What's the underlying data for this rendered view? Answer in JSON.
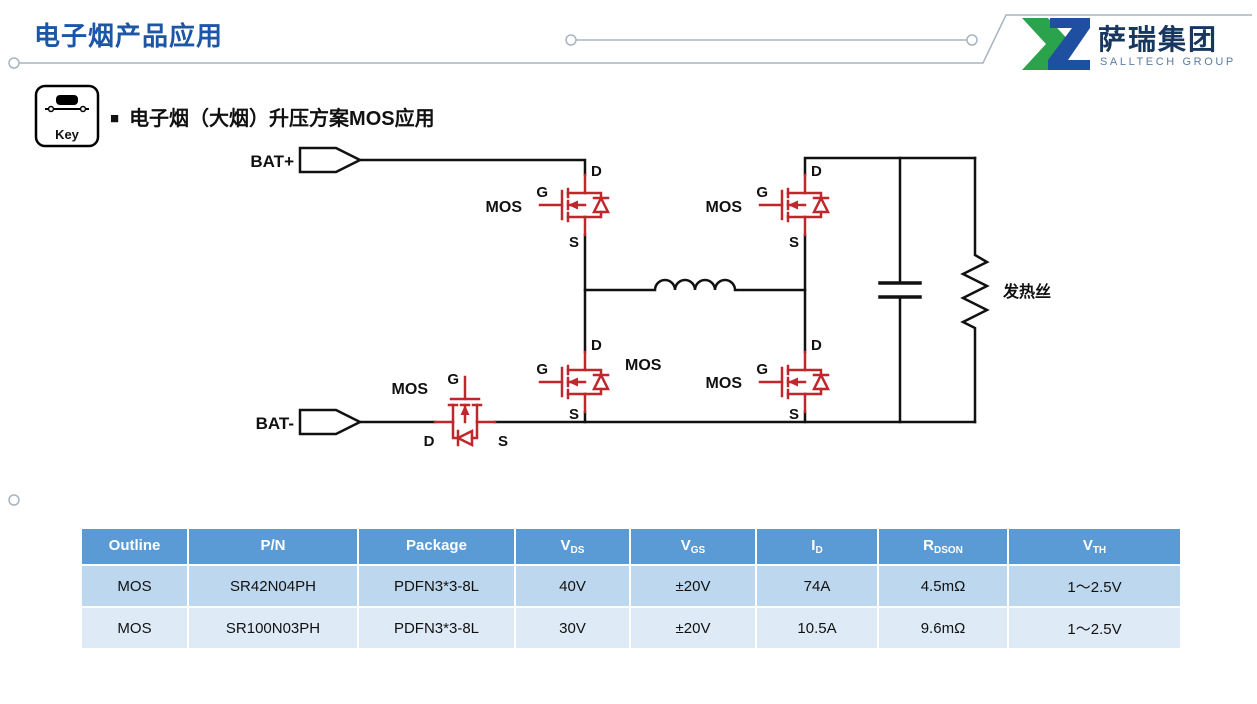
{
  "page": {
    "title": "电子烟产品应用"
  },
  "logo": {
    "brand": "萨瑞集团",
    "subtitle": "SALLTECH GROUP"
  },
  "key_badge": {
    "label": "Key"
  },
  "section": {
    "bullet": "■",
    "heading": "电子烟（大烟）升压方案MOS应用"
  },
  "circuit": {
    "bat_plus": "BAT+",
    "bat_minus": "BAT-",
    "mos": "MOS",
    "g": "G",
    "d": "D",
    "s": "S",
    "heater_label": "发热丝"
  },
  "table": {
    "headers": [
      {
        "main": "Outline",
        "sub": ""
      },
      {
        "main": "P/N",
        "sub": ""
      },
      {
        "main": "Package",
        "sub": ""
      },
      {
        "main": "V",
        "sub": "DS"
      },
      {
        "main": "V",
        "sub": "GS"
      },
      {
        "main": "I",
        "sub": "D"
      },
      {
        "main": "R",
        "sub": "DSON"
      },
      {
        "main": "V",
        "sub": "TH"
      }
    ],
    "rows": [
      [
        "MOS",
        "SR42N04PH",
        "PDFN3*3-8L",
        "40V",
        "±20V",
        "74A",
        "4.5mΩ",
        "1～2.5V"
      ],
      [
        "MOS",
        "SR100N03PH",
        "PDFN3*3-8L",
        "30V",
        "±20V",
        "10.5A",
        "9.6mΩ",
        "1～2.5V"
      ]
    ]
  },
  "colors": {
    "title_blue": "#1C56A4",
    "mos_red": "#C0272D",
    "table_header_bg": "#5B9BD5",
    "row_odd_bg": "#BDD7EE",
    "row_even_bg": "#DEEBF7",
    "logo_green": "#2BA24C",
    "logo_blue": "#1F4FA0",
    "decor_gray": "#a8b4c0"
  }
}
